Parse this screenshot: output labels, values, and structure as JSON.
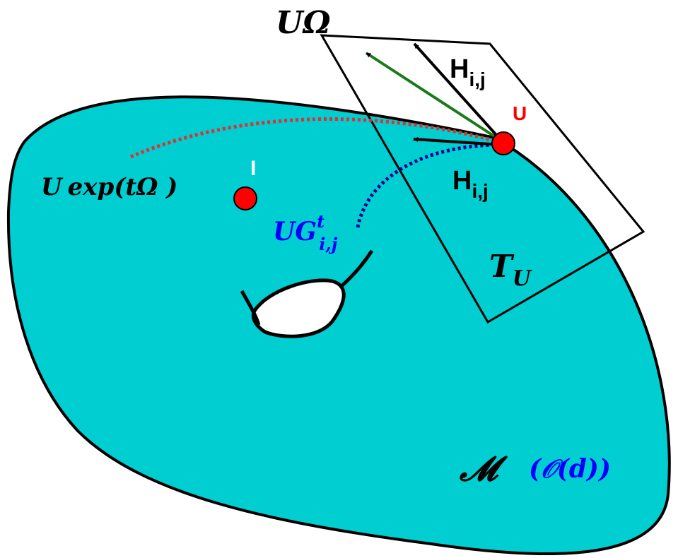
{
  "labels": {
    "u_omega": "UΩ",
    "h_ij_top": "H",
    "h_ij_top_sub": "i,j",
    "u_point": "U",
    "h_ij_bottom": "H",
    "h_ij_bottom_sub": "i,j",
    "i_point": "I",
    "exp_prefix": "U",
    "exp_func": "exp",
    "exp_arg": "(tΩ )",
    "geodesic_base": "UG",
    "geodesic_sup": "t",
    "geodesic_sub": "i,j",
    "tangent_base": "T",
    "tangent_sub": "U",
    "manifold": "𝓜",
    "manifold_group": "(𝒪(d))"
  },
  "colors": {
    "manifold_fill": "#00CED1",
    "outline": "#000000",
    "point": "#FF0000",
    "exp_curve": "#E03030",
    "geodesic_curve": "#00008B",
    "green_vector": "#1A7A1A",
    "blue_text": "#0000FF",
    "red_text": "#FF0000"
  }
}
